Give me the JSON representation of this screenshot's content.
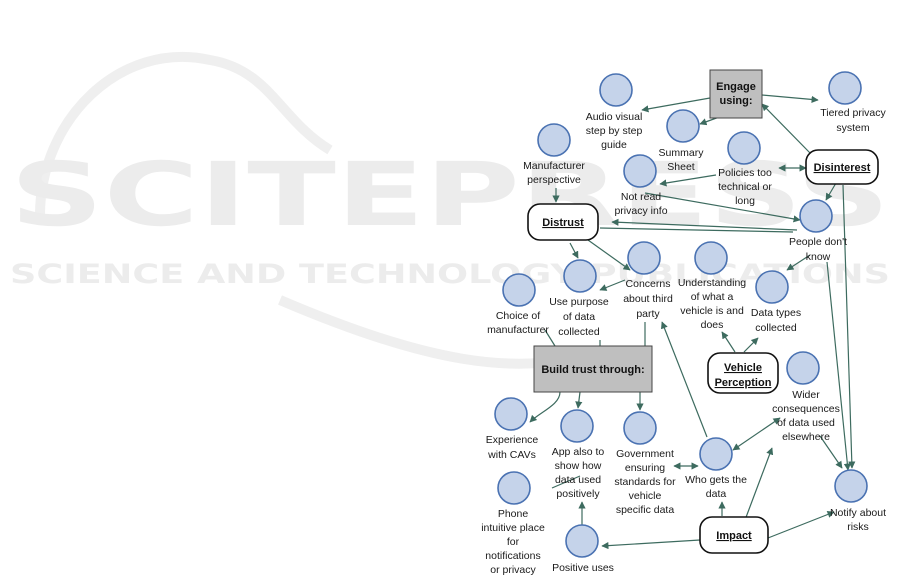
{
  "watermark": {
    "line1": "SCITEPRESS",
    "line2": "SCIENCE AND TECHNOLOGY PUBLICATIONS"
  },
  "boxes": {
    "engage": [
      "Engage",
      "using:"
    ],
    "build": [
      "Build trust through:"
    ]
  },
  "ovals": {
    "disinterest": "Disinterest",
    "distrust": "Distrust",
    "vehicle_perception": [
      "Vehicle",
      "Perception"
    ],
    "impact": "Impact"
  },
  "nodes": {
    "tiered": [
      "Tiered privacy",
      "system"
    ],
    "audio": [
      "Audio visual",
      "step by step",
      "guide"
    ],
    "summary": [
      "Summary",
      "Sheet"
    ],
    "policies": [
      "Policies too",
      "technical or",
      "long"
    ],
    "manufacturer": [
      "Manufacturer",
      "perspective"
    ],
    "notread": [
      "Not read",
      "privacy info"
    ],
    "peopledont": [
      "People don't",
      "know"
    ],
    "concerns": [
      "Concerns",
      "about third",
      "party"
    ],
    "usepurpose": [
      "Use purpose",
      "of data",
      "collected"
    ],
    "understanding": [
      "Understanding",
      "of what a",
      "vehicle is and",
      "does"
    ],
    "datatypes": [
      "Data types",
      "collected"
    ],
    "choice": [
      "Choice of",
      "manufacturer"
    ],
    "wider": [
      "Wider",
      "consequences",
      "of data used",
      "elsewhere"
    ],
    "experience": [
      "Experience",
      "with CAVs"
    ],
    "appalso": [
      "App also to",
      "show how",
      "data used",
      "positively"
    ],
    "government": [
      "Government",
      "ensuring",
      "standards for",
      "vehicle",
      "specific data"
    ],
    "whogets": [
      "Who gets the",
      "data"
    ],
    "notify": [
      "Notify about",
      "risks"
    ],
    "phone": [
      "Phone",
      "intuitive place",
      "for",
      "notifications",
      "or privacy"
    ],
    "positive": [
      "Positive uses"
    ]
  },
  "colors": {
    "node_fill": "#c5d3ea",
    "node_stroke": "#4a72b2",
    "box_fill": "#bfbfbf",
    "arrow": "#3d6b5f",
    "watermark": "#ececec"
  }
}
